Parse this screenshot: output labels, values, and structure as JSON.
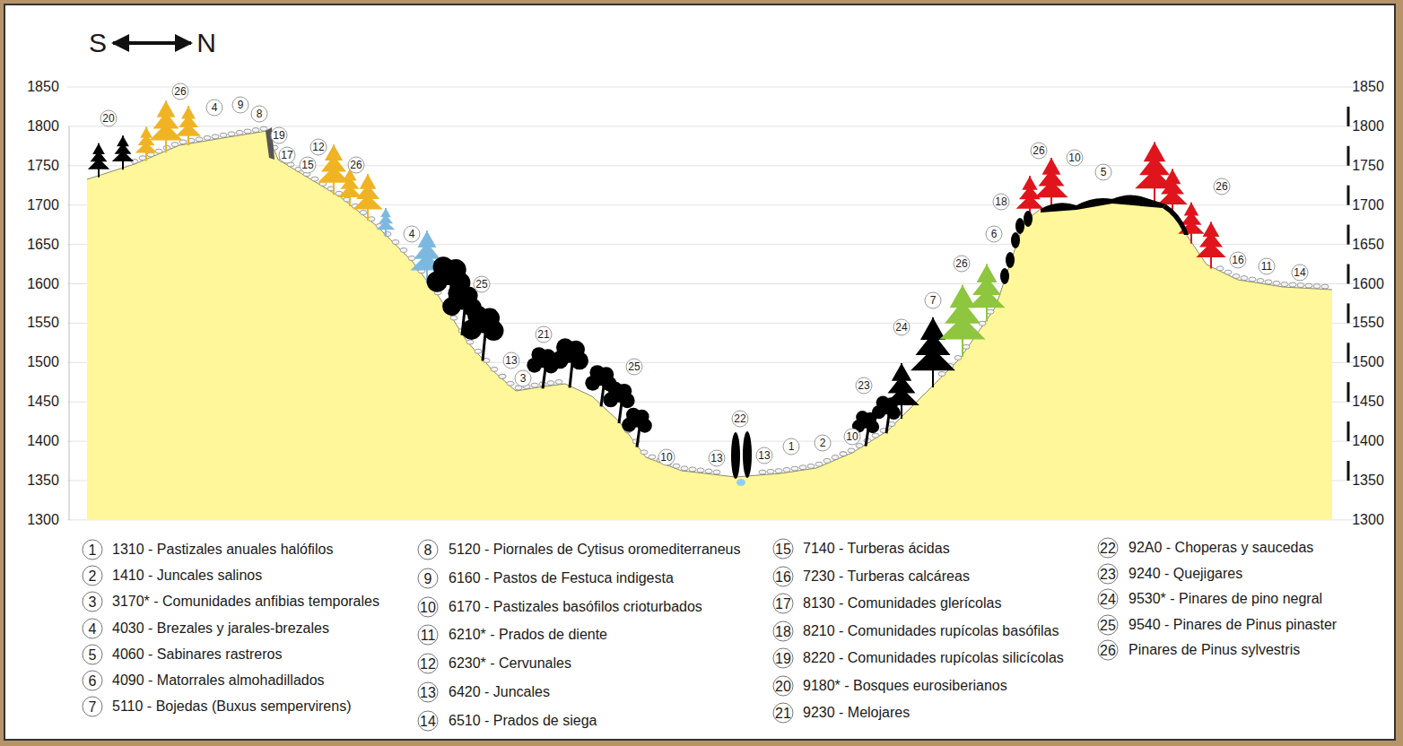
{
  "diagram": {
    "labels": [
      "S",
      "N",
      "1850",
      "1800",
      "1750",
      "1700",
      "1650",
      "1600",
      "1550",
      "1500",
      "1450",
      "1400",
      "1350",
      "1300",
      "1850",
      "1800",
      "1750",
      "1700",
      "1650",
      "1600",
      "1550",
      "1500",
      "1450",
      "1400",
      "1350",
      "1300",
      "20",
      "26",
      "4",
      "9",
      "8",
      "19",
      "17",
      "15",
      "12",
      "26",
      "4",
      "25",
      "21",
      "13",
      "3",
      "25",
      "10",
      "13",
      "22",
      "13",
      "1",
      "2",
      "10",
      "23",
      "24",
      "7",
      "26",
      "6",
      "18",
      "26",
      "10",
      "5",
      "26",
      "16",
      "11",
      "14",
      "1",
      "2",
      "3",
      "4",
      "5",
      "6",
      "7",
      "8",
      "9",
      "10",
      "11",
      "12",
      "13",
      "14",
      "15",
      "16",
      "17",
      "18",
      "19",
      "20",
      "21",
      "22",
      "23",
      "24",
      "25",
      "26"
    ],
    "legend": [
      {
        "text": "1310 - Pastizales anuales halófilos"
      },
      {
        "text": "1410 - Juncales salinos"
      },
      {
        "text": "3170* - Comunidades anfibias temporales"
      },
      {
        "text": "4030 - Brezales y jarales-brezales"
      },
      {
        "text": "4060 - Sabinares rastreros"
      },
      {
        "text": "4090 - Matorrales almohadillados"
      },
      {
        "text": "5110 - Bojedas (Buxus sempervirens)"
      },
      {
        "text": "5120 - Piornales de Cytisus oromediterraneus"
      },
      {
        "text": "6160 - Pastos de Festuca indigesta"
      },
      {
        "text": "6170 - Pastizales basófilos crioturbados"
      },
      {
        "text": "6210* - Prados de diente"
      },
      {
        "text": "6230* - Cervunales"
      },
      {
        "text": "6420 - Juncales"
      },
      {
        "text": "6510 - Prados de siega"
      },
      {
        "text": "7140 - Turberas ácidas"
      },
      {
        "text": "7230 - Turberas calcáreas"
      },
      {
        "text": "8130 - Comunidades glerícolas"
      },
      {
        "text": "8210 - Comunidades rupícolas basófilas"
      },
      {
        "text": "8220 - Comunidades rupícolas silicícolas"
      },
      {
        "text": "9180* - Bosques eurosiberianos"
      },
      {
        "text": "9230 - Melojares"
      },
      {
        "text": "92A0 - Choperas y saucedas"
      },
      {
        "text": "9240 - Quejigares"
      },
      {
        "text": "9530* - Pinares de pino negral"
      },
      {
        "text": "9540 - Pinares de Pinus pinaster"
      },
      {
        "text": "Pinares de Pinus sylvestris"
      }
    ]
  }
}
